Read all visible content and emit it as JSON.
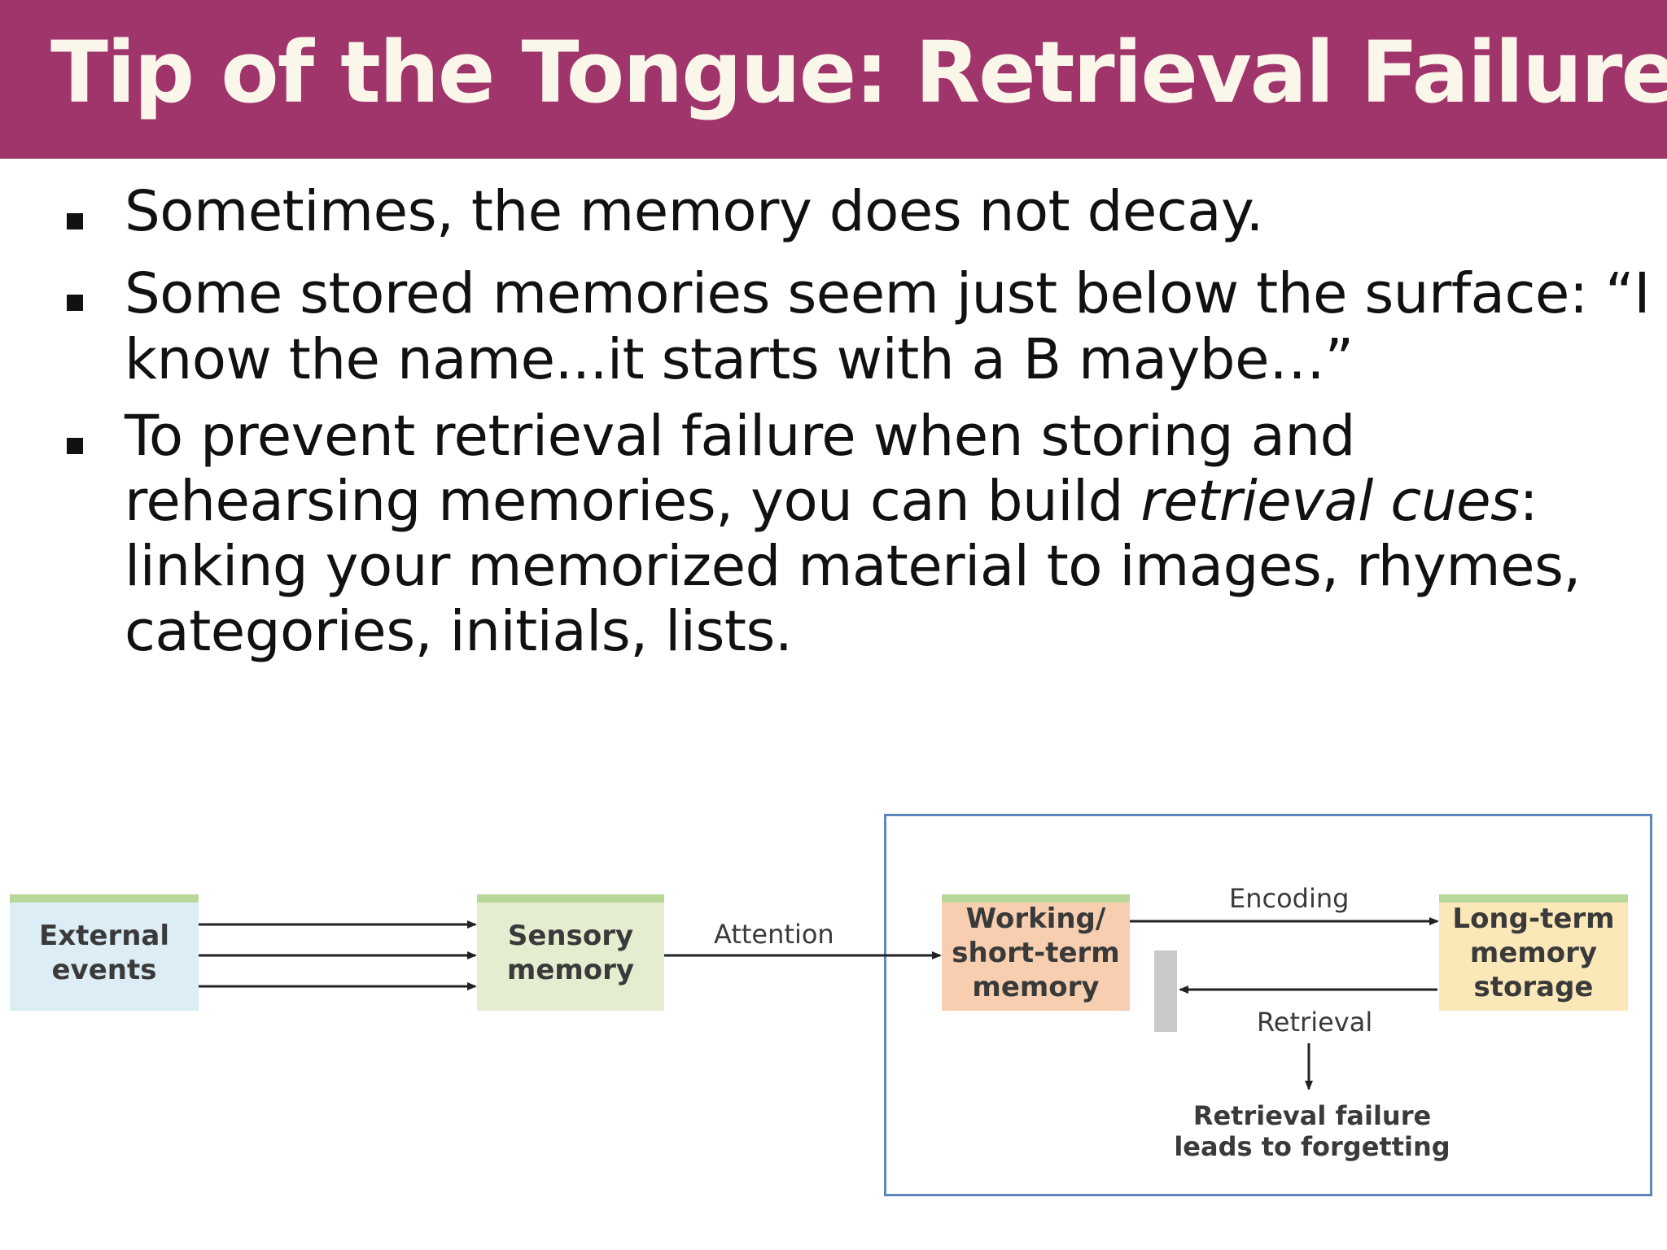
{
  "slide": {
    "title": "Tip of the Tongue: Retrieval Failure",
    "bullets": [
      {
        "lines": [
          [
            {
              "text": "Sometimes, the memory does not decay."
            }
          ]
        ]
      },
      {
        "lines": [
          [
            {
              "text": "Some stored memories seem just below the surface: “I"
            }
          ],
          [
            {
              "text": "know the name...it starts with a B maybe…”"
            }
          ]
        ]
      },
      {
        "lines": [
          [
            {
              "text": "To prevent retrieval failure when storing and"
            }
          ],
          [
            {
              "text": "rehearsing memories, you can build "
            },
            {
              "text": "retrieval cues",
              "italic": true
            },
            {
              "text": ":"
            }
          ],
          [
            {
              "text": "linking your memorized material to images, rhymes,"
            }
          ],
          [
            {
              "text": "categories, initials, lists."
            }
          ]
        ]
      }
    ]
  },
  "diagram": {
    "external_events": [
      "External",
      "events"
    ],
    "sensory_memory": [
      "Sensory",
      "memory"
    ],
    "attention_label": "Attention",
    "working_memory": [
      "Working/",
      "short-term",
      "memory"
    ],
    "encoding_label": "Encoding",
    "long_term_memory": [
      "Long-term",
      "memory",
      "storage"
    ],
    "retrieval_label": "Retrieval",
    "retrieval_failure": [
      "Retrieval failure",
      "leads to forgetting"
    ]
  }
}
